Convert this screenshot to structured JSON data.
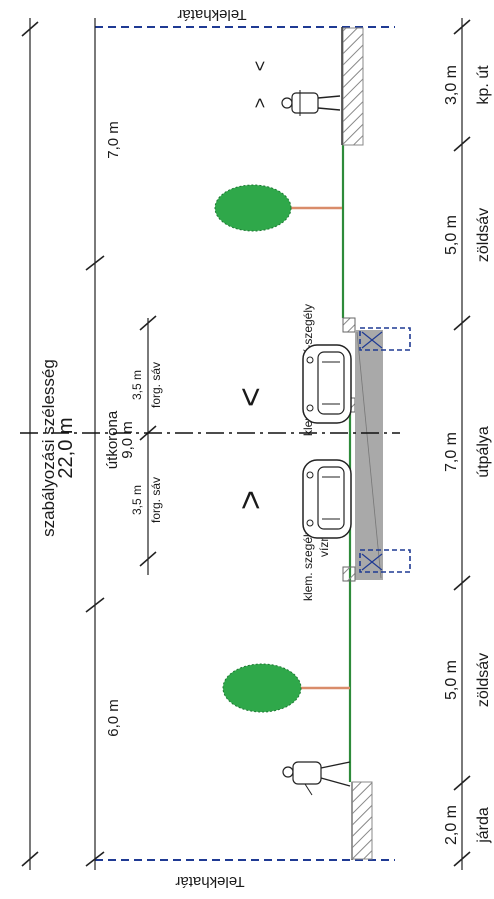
{
  "boundary_label": "Telekhatár",
  "total": {
    "width": "22,0 m",
    "label": "szabályozási szélesség"
  },
  "left_dims": [
    {
      "value": "7,0 m"
    },
    {
      "value": "9,0 m",
      "label": "útkorona"
    },
    {
      "value": "6,0 m"
    }
  ],
  "lanes": [
    {
      "width": "3,5 m",
      "label": "forg. sáv",
      "direction": "<"
    },
    {
      "width": "3,5 m",
      "label": "forg. sáv",
      "direction": ">"
    }
  ],
  "curb_label_top": "klem. szegély/ K-szegély",
  "curb_label_bottom": "klem. szegély/ K-szegély",
  "drain_label": "víznyelő",
  "bottom_dims": [
    {
      "value": "3,0 m",
      "label": "kp. út"
    },
    {
      "value": "5,0 m",
      "label": "zöldsáv"
    },
    {
      "value": "7,0 m",
      "label": "útpálya"
    },
    {
      "value": "5,0 m",
      "label": "zöldsáv"
    },
    {
      "value": "2,0 m",
      "label": "járda"
    }
  ],
  "bike_direction_top": "<",
  "bike_direction_bottom": ">",
  "colors": {
    "boundary": "#1f3a93",
    "road": "#a9a9a9",
    "green_strip": "#2e8b3a",
    "tree": "#2fa84a",
    "trunk": "#d98c6a"
  }
}
